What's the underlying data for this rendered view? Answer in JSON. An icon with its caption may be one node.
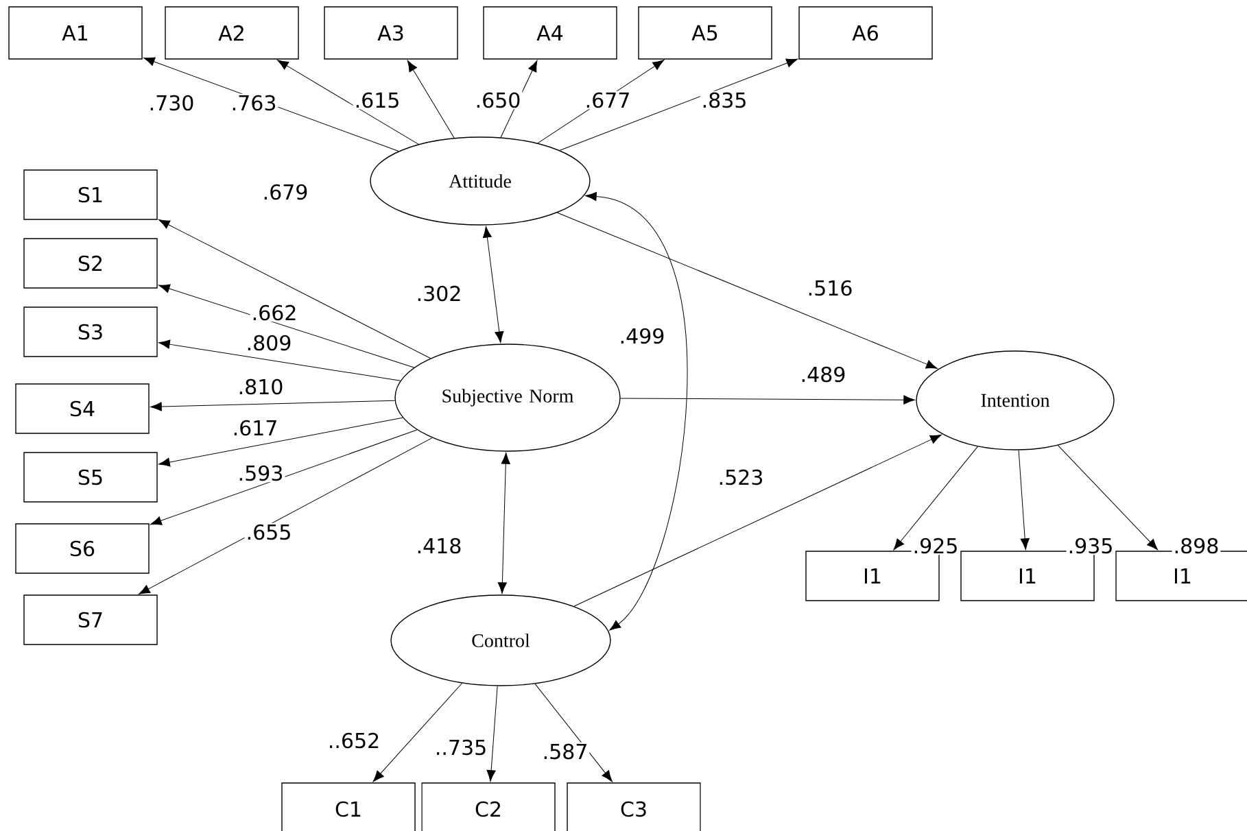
{
  "diagram": {
    "nodes": [
      {
        "text": [
          "Attitude"
        ]
      },
      {
        "text": [
          "Subjective Norm"
        ]
      },
      {
        "text": [
          "Control"
        ]
      },
      {
        "text": [
          "Intention"
        ]
      },
      {
        "text": [
          "A1"
        ]
      },
      {
        "text": [
          "A2"
        ]
      },
      {
        "text": [
          "A3"
        ]
      },
      {
        "text": [
          "A4"
        ]
      },
      {
        "text": [
          "A5"
        ]
      },
      {
        "text": [
          "A6"
        ]
      },
      {
        "text": [
          "S1"
        ]
      },
      {
        "text": [
          "S2"
        ]
      },
      {
        "text": [
          "S3"
        ]
      },
      {
        "text": [
          "S4"
        ]
      },
      {
        "text": [
          "S5"
        ]
      },
      {
        "text": [
          "S6"
        ]
      },
      {
        "text": [
          "S7"
        ]
      },
      {
        "text": [
          "I1"
        ]
      },
      {
        "text": [
          "I1"
        ]
      },
      {
        "text": [
          "I1"
        ]
      },
      {
        "text": [
          "C1"
        ]
      },
      {
        "text": [
          "C2"
        ]
      },
      {
        "text": [
          "C3"
        ]
      }
    ],
    "edges": [
      {
        "from": 0,
        "to": 4,
        "arrow": "to",
        "label": ".730"
      },
      {
        "from": 0,
        "to": 5,
        "arrow": "to",
        "label": ".763"
      },
      {
        "from": 0,
        "to": 6,
        "arrow": "to",
        "label": ".615"
      },
      {
        "from": 0,
        "to": 7,
        "arrow": "to",
        "label": ".650"
      },
      {
        "from": 0,
        "to": 8,
        "arrow": "to",
        "label": ".677"
      },
      {
        "from": 0,
        "to": 9,
        "arrow": "to",
        "label": ".835"
      },
      {
        "from": 1,
        "to": 10,
        "arrow": "to",
        "label": ".679"
      },
      {
        "from": 1,
        "to": 11,
        "arrow": "to",
        "label": ".662"
      },
      {
        "from": 1,
        "to": 12,
        "arrow": "to",
        "label": ".809"
      },
      {
        "from": 1,
        "to": 13,
        "arrow": "to",
        "label": ".810"
      },
      {
        "from": 1,
        "to": 14,
        "arrow": "to",
        "label": ".617"
      },
      {
        "from": 1,
        "to": 15,
        "arrow": "to",
        "label": ".593"
      },
      {
        "from": 1,
        "to": 16,
        "arrow": "to",
        "label": ".655"
      },
      {
        "from": 0,
        "to": 1,
        "arrow": "both",
        "label": ".302"
      },
      {
        "from": 0,
        "to": 2,
        "arrow": "both",
        "label": ".499"
      },
      {
        "from": 0,
        "to": 3,
        "arrow": "to",
        "label": ".516"
      },
      {
        "from": 1,
        "to": 3,
        "arrow": "to",
        "label": ".489"
      },
      {
        "from": 1,
        "to": 2,
        "arrow": "both",
        "label": ".418"
      },
      {
        "from": 2,
        "to": 3,
        "arrow": "to",
        "label": ".523"
      },
      {
        "from": 3,
        "to": 17,
        "arrow": "to",
        "label": ".925"
      },
      {
        "from": 3,
        "to": 18,
        "arrow": "to",
        "label": ".935"
      },
      {
        "from": 3,
        "to": 19,
        "arrow": "to",
        "label": ".898"
      },
      {
        "from": 2,
        "to": 20,
        "arrow": "to",
        "label": "..652"
      },
      {
        "from": 2,
        "to": 21,
        "arrow": "to",
        "label": "..735"
      },
      {
        "from": 2,
        "to": 22,
        "arrow": "to",
        "label": ".587"
      }
    ]
  }
}
